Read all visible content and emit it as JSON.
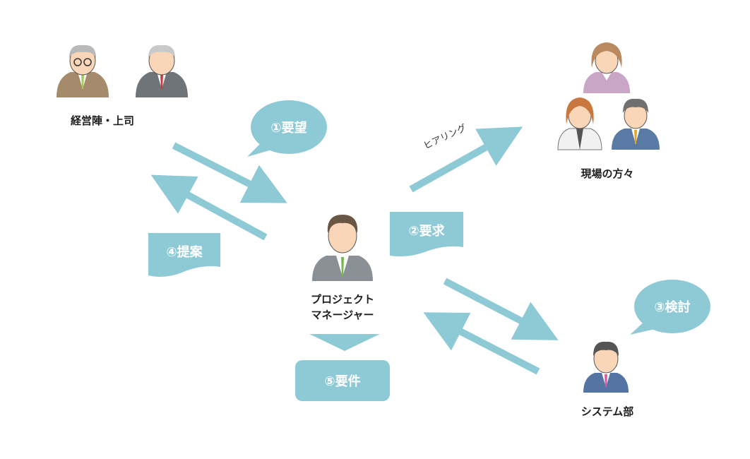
{
  "roles": {
    "executives": "経営陣・上司",
    "field_staff": "現場の方々",
    "project_manager_line1": "プロジェクト",
    "project_manager_line2": "マネージャー",
    "system_dept": "システム部"
  },
  "steps": {
    "step1": "①要望",
    "step2": "②要求",
    "step3": "③検討",
    "step4": "④提案",
    "step5": "⑤要件"
  },
  "hearing_label": "ヒアリング",
  "colors": {
    "accent": "#8ecad6",
    "text": "#1e1e1e"
  }
}
